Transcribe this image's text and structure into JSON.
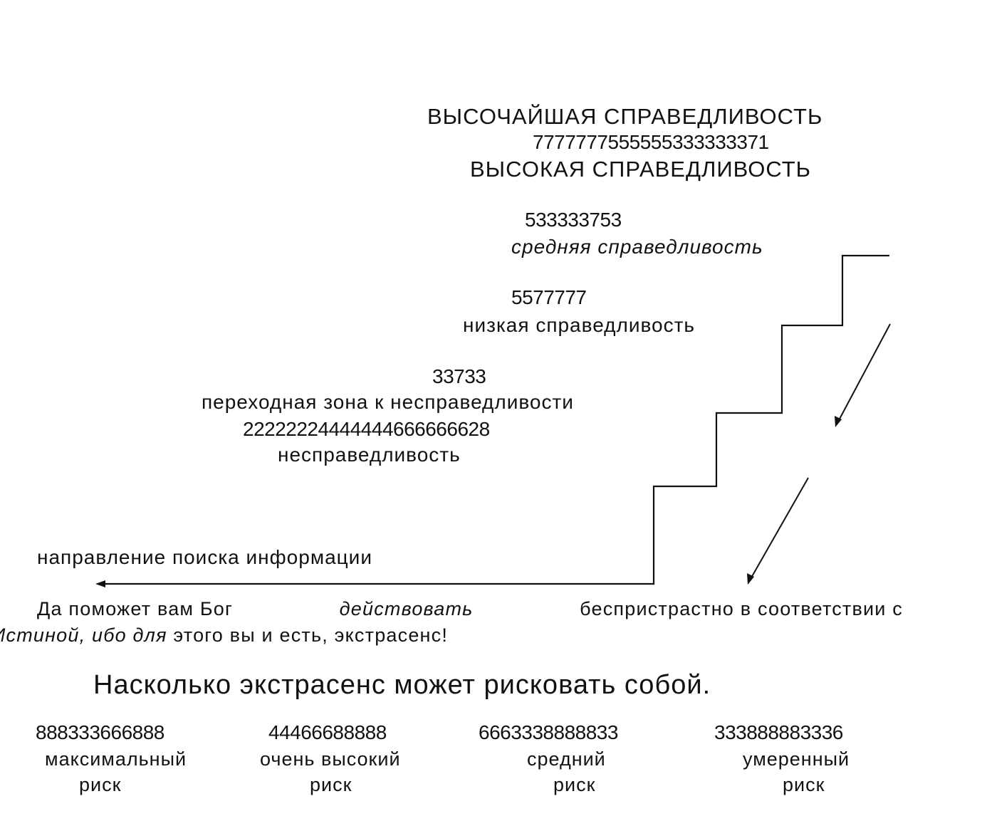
{
  "ladder": {
    "level1_title": "ВЫСОЧАЙШАЯ СПРАВЕДЛИВОСТЬ",
    "level1_code": "7777777555555333333371",
    "level2_title": "ВЫСОКАЯ СПРАВЕДЛИВОСТЬ",
    "level3_code": "533333753",
    "level3_label": "средняя справедливость",
    "level4_code": "5577777",
    "level4_label": "низкая справедливость",
    "level5_code": "33733",
    "level5_label": "переходная зона к несправедливости",
    "level6_code": "22222224444444666666628",
    "level6_label": "несправедливость",
    "direction_label": "направление поиска информации"
  },
  "paragraph": {
    "p1": "Да поможет вам Бог",
    "p2": "действовать",
    "p3": "беспристрастно в соответствии с",
    "p4": "Истиной, ибо для",
    "p5": "этого вы и есть, экстрасенс!"
  },
  "heading": "Насколько экстрасенс может рисковать собой.",
  "risks": [
    {
      "code": "888333666888",
      "label": "максимальный",
      "sub": "риск"
    },
    {
      "code": "44466688888",
      "label": "очень высокий",
      "sub": "риск"
    },
    {
      "code": "6663338888833",
      "label": "средний",
      "sub": "риск"
    },
    {
      "code": "333888883336",
      "label": "умеренный",
      "sub": "риск"
    }
  ]
}
